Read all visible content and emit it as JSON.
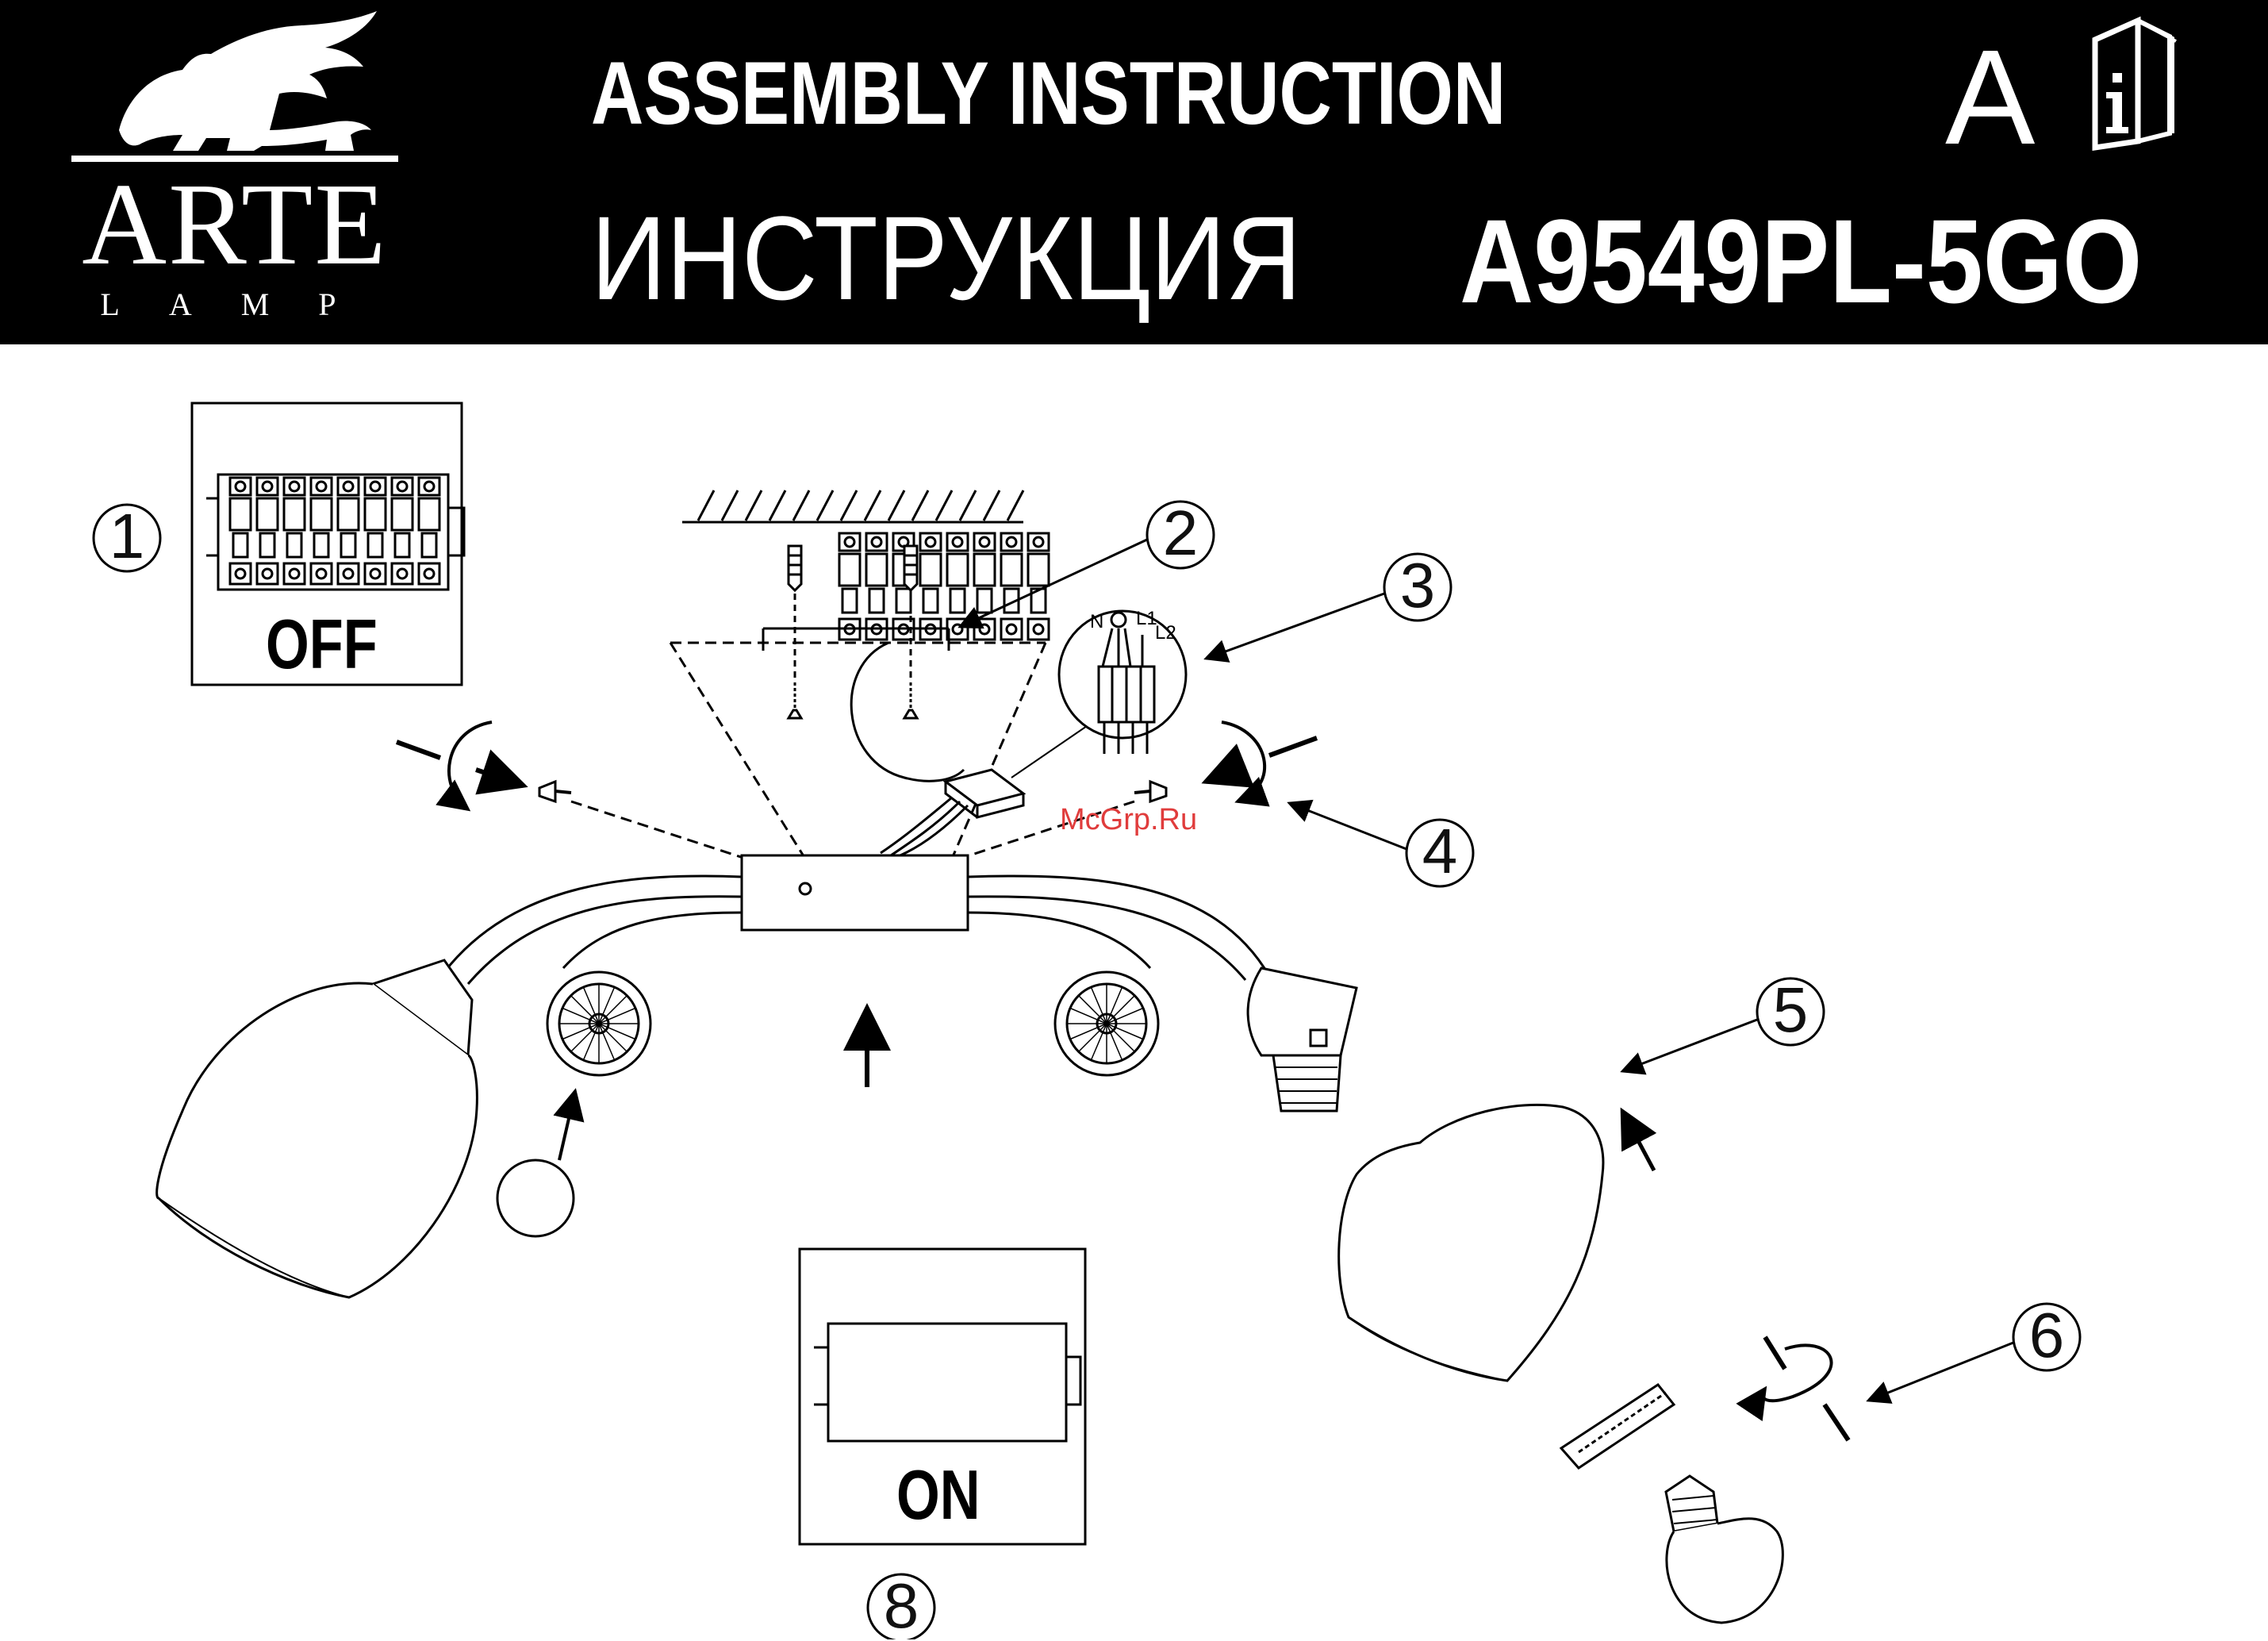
{
  "header": {
    "title_en": "ASSEMBLY INSTRUCTION",
    "title_ru": "ИНСТРУКЦИЯ",
    "model": "A9549PL-5GO",
    "language_letter": "A",
    "logo": {
      "brand": "ARTE",
      "sub": "LAMP"
    },
    "icon": "info-booklet-icon"
  },
  "switch_off": {
    "label": "OFF"
  },
  "switch_on": {
    "label": "ON"
  },
  "steps": [
    "1",
    "2",
    "3",
    "4",
    "5",
    "6",
    "8"
  ],
  "terminal_labels": {
    "n": "N",
    "l1": "L1",
    "l2": "L2"
  },
  "watermark": "McGrp.Ru",
  "colors": {
    "header_bg": "#000000",
    "line": "#000000",
    "watermark": "#e03c3c"
  }
}
